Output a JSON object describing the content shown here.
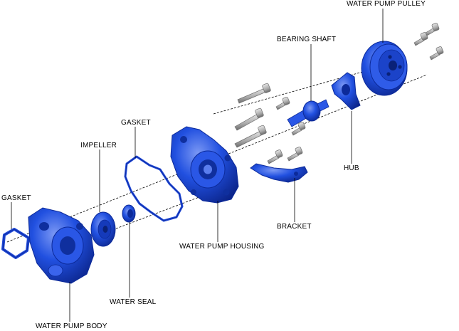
{
  "labels": {
    "water_pump_pulley": "WATER PUMP PULLEY",
    "bearing_shaft": "BEARING SHAFT",
    "gasket_upper": "GASKET",
    "impeller": "IMPELLER",
    "gasket_left": "GASKET",
    "hub": "HUB",
    "bracket": "BRACKET",
    "water_pump_housing": "WATER PUMP HOUSING",
    "water_seal": "WATER SEAL",
    "water_pump_body": "WATER PUMP BODY"
  },
  "colors": {
    "part_fill": "#1f48d8",
    "part_dark": "#0c2a9a",
    "part_light": "#6f8ef0",
    "bolt_fill": "#bdbdbd",
    "bolt_dark": "#6e6e6e",
    "leader": "#000000"
  }
}
